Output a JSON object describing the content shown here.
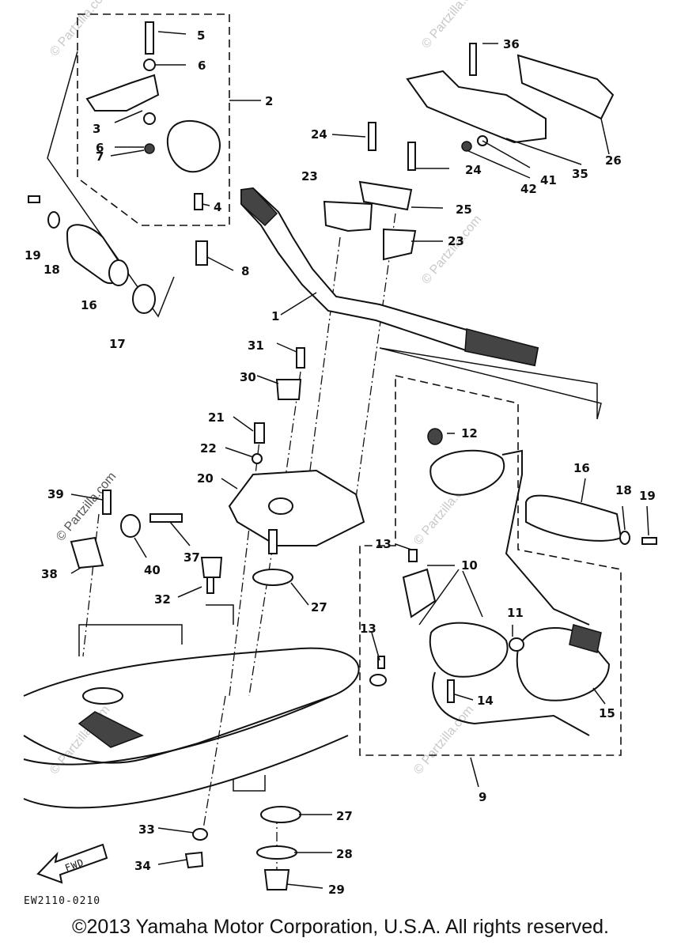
{
  "diagram": {
    "drawing_code": "EW2110-0210",
    "fwd_label": "FWD",
    "watermark": "© Partzilla.com",
    "copyright": "©2013 Yamaha Motor Corporation, U.S.A. All rights reserved.",
    "callouts": [
      "1",
      "2",
      "3",
      "4",
      "5",
      "6",
      "6",
      "7",
      "8",
      "9",
      "10",
      "11",
      "12",
      "13",
      "13",
      "14",
      "15",
      "16",
      "16",
      "17",
      "18",
      "18",
      "19",
      "19",
      "20",
      "21",
      "22",
      "23",
      "23",
      "24",
      "24",
      "25",
      "26",
      "27",
      "27",
      "28",
      "29",
      "30",
      "31",
      "32",
      "33",
      "34",
      "35",
      "36",
      "37",
      "38",
      "39",
      "40",
      "41",
      "42"
    ]
  }
}
